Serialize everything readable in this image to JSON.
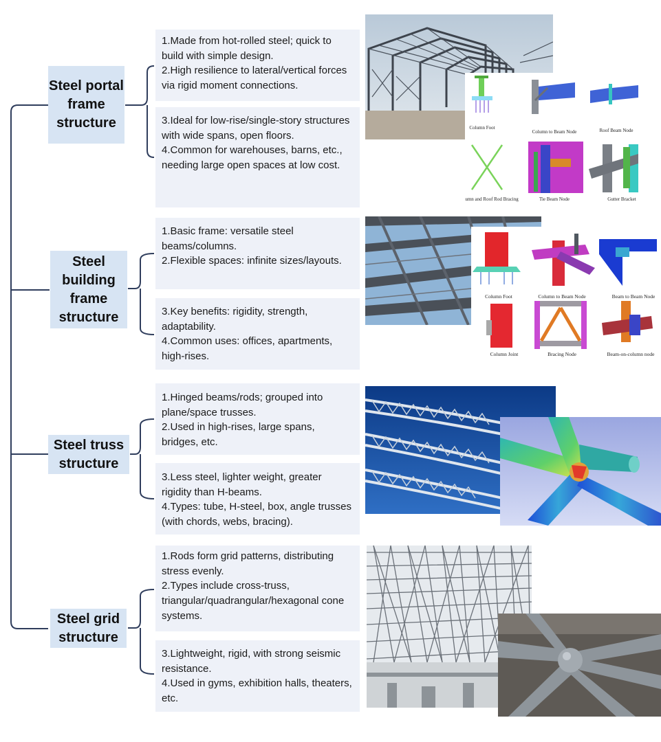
{
  "sections": [
    {
      "title": "Steel portal frame structure",
      "points_a": [
        "1.Made from hot-rolled steel; quick to build with simple design.",
        "2.High resilience to lateral/vertical forces via rigid moment connections."
      ],
      "points_b": [
        "3.Ideal for low-rise/single-story structures with wide spans, open floors.",
        "4.Common for warehouses, barns, etc., needing large open spaces at low cost."
      ],
      "node_captions": [
        "Column Foot",
        "Column to Beam Node",
        "Roof Beam Node",
        "Column and Roof Rod Bracing",
        "Tie Beam Node",
        "Gutter Bracket"
      ]
    },
    {
      "title": "Steel building frame structure",
      "points_a": [
        "1.Basic frame: versatile steel beams/columns.",
        "2.Flexible spaces: infinite sizes/layouts."
      ],
      "points_b": [
        "3.Key benefits: rigidity, strength, adaptability.",
        "4.Common uses: offices, apartments, high-rises."
      ],
      "node_captions": [
        "Column Foot",
        "Column to Beam Node",
        "Beam to Beam Node",
        "Column Joint",
        "Bracing Node",
        "Beam-on-column node"
      ]
    },
    {
      "title": "Steel truss structure",
      "points_a": [
        "1.Hinged beams/rods; grouped into plane/space trusses.",
        "2.Used in high-rises, large spans, bridges, etc."
      ],
      "points_b": [
        "3.Less steel, lighter weight, greater rigidity than H-beams.",
        "4.Types: tube, H-steel, box, angle trusses (with chords, webs, bracing)."
      ]
    },
    {
      "title": "Steel grid structure",
      "points_a": [
        "1.Rods form grid patterns, distributing stress evenly.",
        "2.Types include cross-truss, triangular/quadrangular/hexagonal cone systems."
      ],
      "points_b": [
        "3.Lightweight, rigid, with strong seismic resistance.",
        "4.Used in gyms, exhibition halls, theaters, etc."
      ]
    }
  ],
  "colors": {
    "connector": "#2f3d5c",
    "title_bg": "#d7e4f3",
    "text_bg": "#eef1f8"
  }
}
